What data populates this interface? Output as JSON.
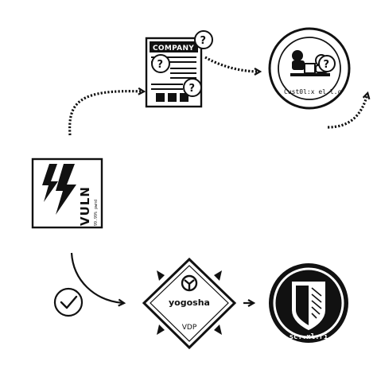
{
  "nodes": {
    "vuln": {
      "title": "VULN",
      "subtitle": "99.99% pwnd"
    },
    "company": {
      "label": "COMPANY",
      "question_mark": "?"
    },
    "customer": {
      "ring_text": "Cust0l:x el.l.c",
      "question_mark": "?"
    },
    "yogosha": {
      "brand": "yogosha",
      "program": "VDP"
    },
    "shield": {
      "badge_text": "sc..xl.ri"
    }
  },
  "colors": {
    "ink": "#111111",
    "paper": "#ffffff"
  },
  "icons": {
    "check": "check-circle-icon",
    "lightning": "lightning-bolt-icon",
    "question": "question-bubble-icon",
    "arrow": "arrow-right-icon",
    "shield": "shield-icon"
  }
}
